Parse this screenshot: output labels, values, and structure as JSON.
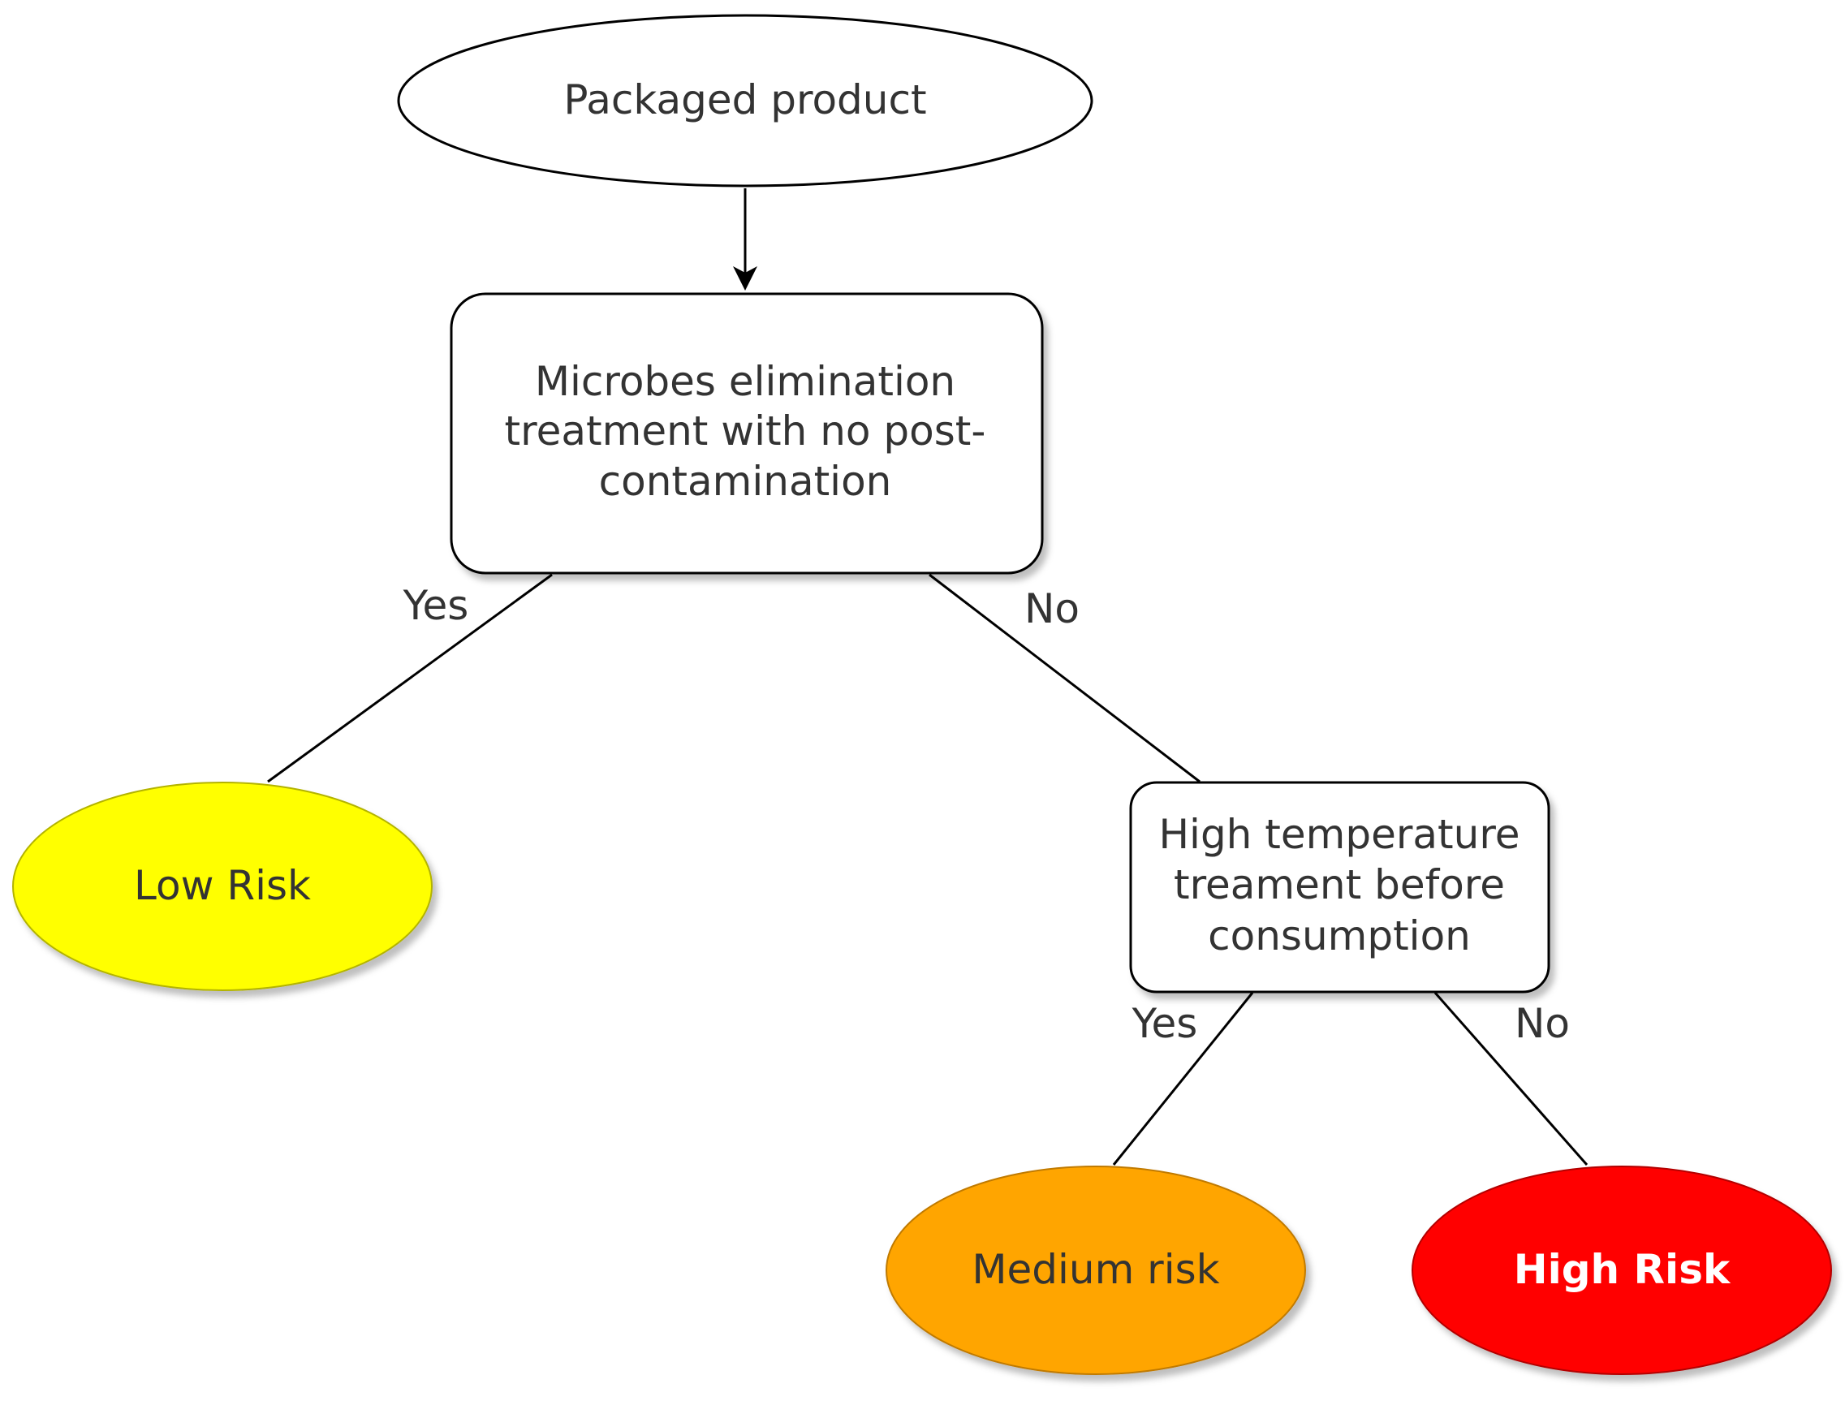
{
  "diagram": {
    "nodes": {
      "start": {
        "label": "Packaged product"
      },
      "decision1": {
        "lines": [
          "Microbes elimination",
          "treatment with no post-",
          "contamination"
        ]
      },
      "decision2": {
        "lines": [
          "High temperature",
          "treament before",
          "consumption"
        ]
      },
      "low": {
        "label": "Low Risk",
        "color": "#ffff00"
      },
      "medium": {
        "label": "Medium risk",
        "color": "#ffa500"
      },
      "high": {
        "label": "High Risk",
        "color": "#ff0000"
      }
    },
    "edges": {
      "d1_yes": "Yes",
      "d1_no": "No",
      "d2_yes": "Yes",
      "d2_no": "No"
    }
  }
}
